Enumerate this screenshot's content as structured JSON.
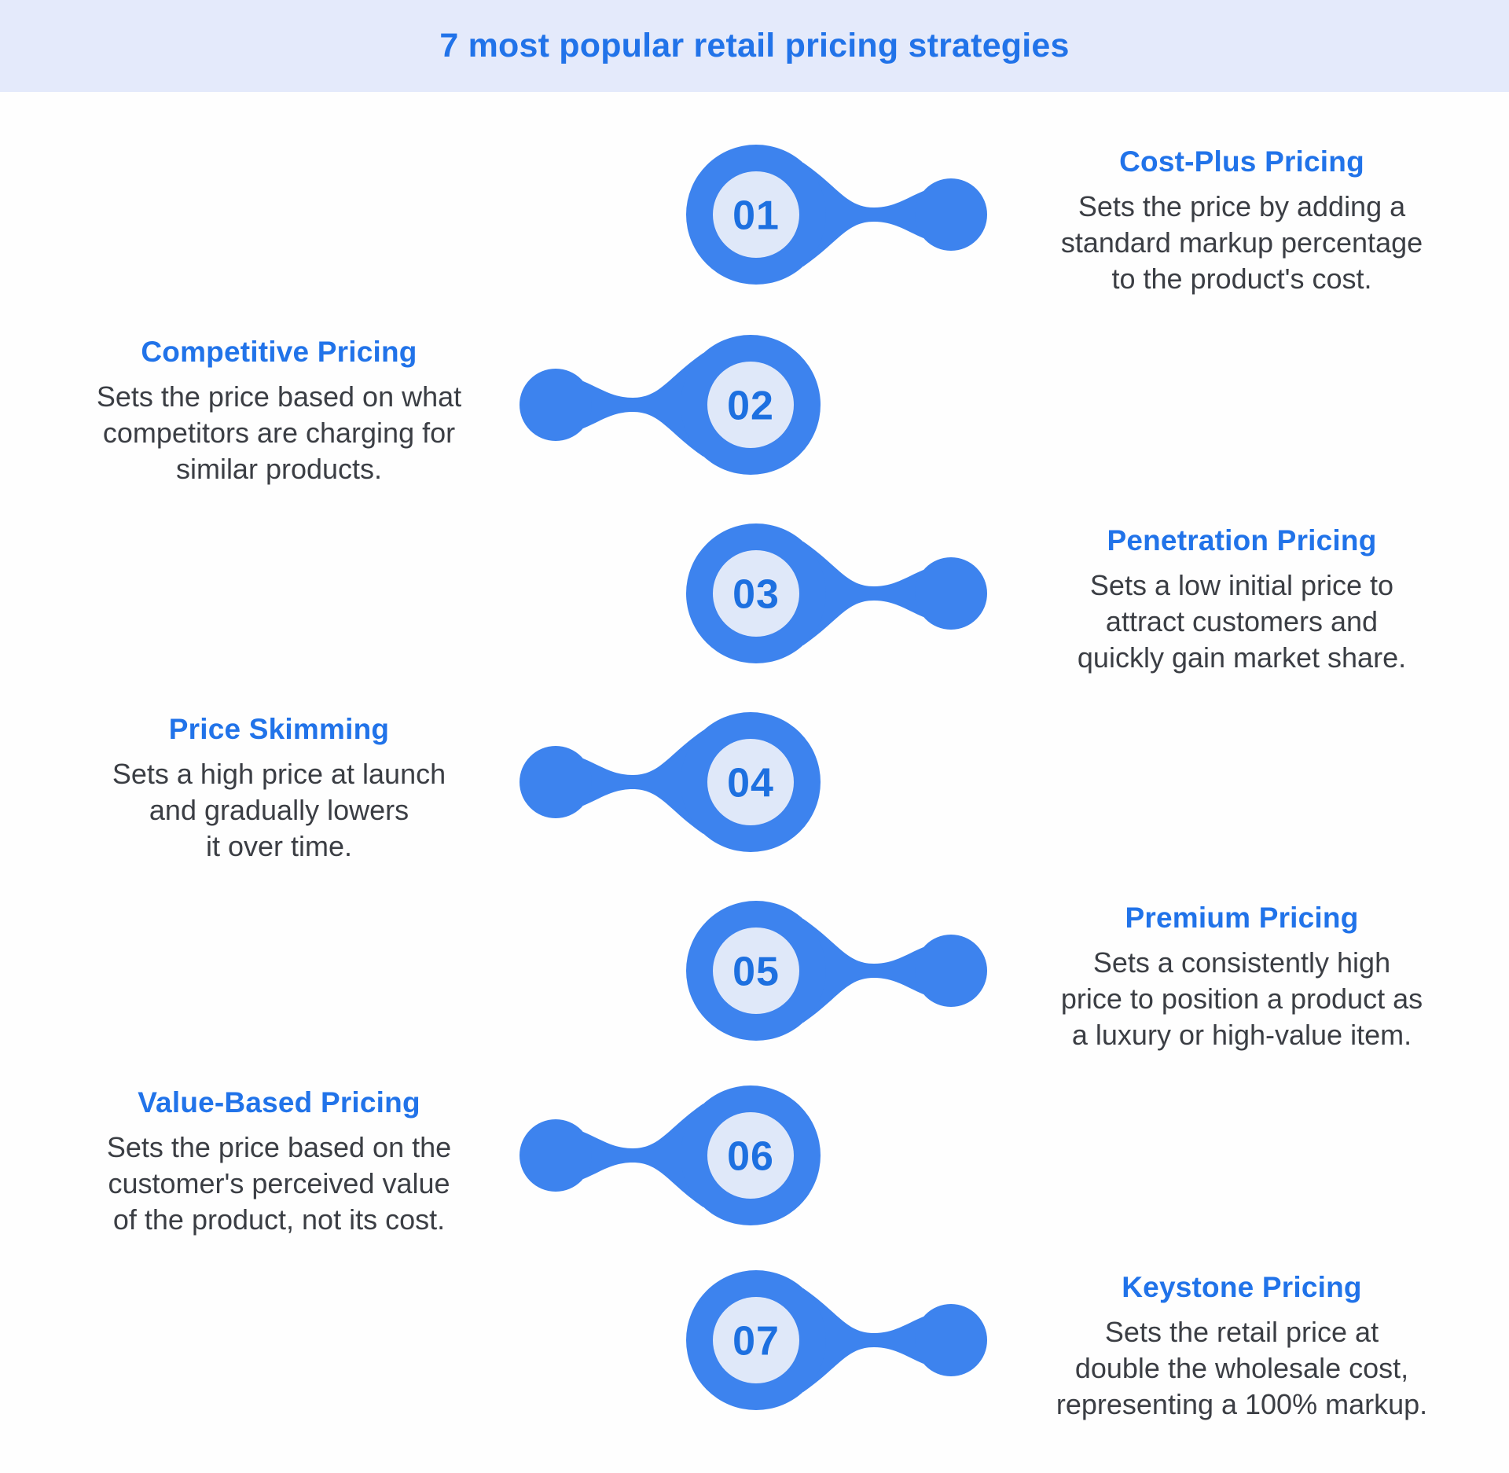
{
  "title": "7 most popular retail pricing strategies",
  "items": [
    {
      "number": "01",
      "side": "right",
      "title": "Cost-Plus Pricing",
      "desc": "Sets the price by adding a\nstandard markup percentage\nto the product's cost."
    },
    {
      "number": "02",
      "side": "left",
      "title": "Competitive Pricing",
      "desc": "Sets the price based on what\ncompetitors are charging for\nsimilar products."
    },
    {
      "number": "03",
      "side": "right",
      "title": "Penetration Pricing",
      "desc": "Sets a low initial price to\nattract customers and\nquickly gain market share."
    },
    {
      "number": "04",
      "side": "left",
      "title": "Price Skimming",
      "desc": "Sets a high price at launch\nand gradually lowers\nit over time."
    },
    {
      "number": "05",
      "side": "right",
      "title": "Premium Pricing",
      "desc": "Sets a consistently high\nprice to position a product as\na luxury or high-value item."
    },
    {
      "number": "06",
      "side": "left",
      "title": "Value-Based Pricing",
      "desc": "Sets the price based on the\ncustomer's perceived value\nof the product, not its cost."
    },
    {
      "number": "07",
      "side": "right",
      "title": "Keystone Pricing",
      "desc": "Sets the retail price at\ndouble the wholesale cost,\nrepresenting a 100% markup."
    }
  ],
  "colors": {
    "accent": "#3d83ee",
    "accent_dark": "#1d70e0",
    "heading": "#2173e9",
    "body_text": "#3b3e44",
    "banner_bg": "#e4eafb",
    "inner_circle": "#dfe8f9",
    "page_bg": "#fefefe"
  }
}
